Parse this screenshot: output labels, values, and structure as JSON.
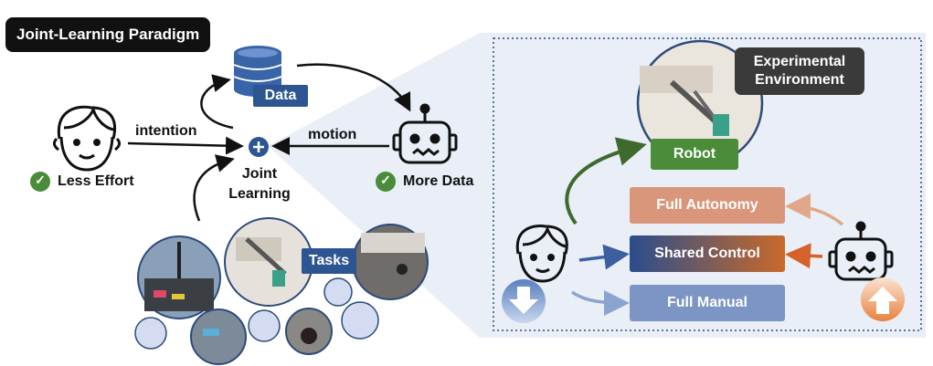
{
  "title": "Joint-Learning Paradigm",
  "left": {
    "data_label": "Data",
    "intention_label": "intention",
    "motion_label": "motion",
    "joint_learning_label": "Joint\nLearning",
    "less_effort_label": "Less Effort",
    "more_data_label": "More Data",
    "tasks_label": "Tasks",
    "check_glyph": "✓"
  },
  "right": {
    "experimental_label": "Experimental Environment",
    "robot_label": "Robot",
    "modes": [
      "Full Autonomy",
      "Shared Control",
      "Full Manual"
    ]
  },
  "colors": {
    "navy": "#2d5591",
    "green": "#4a8c3a",
    "orange": "#d9967a",
    "panel": "#e9eef7"
  }
}
